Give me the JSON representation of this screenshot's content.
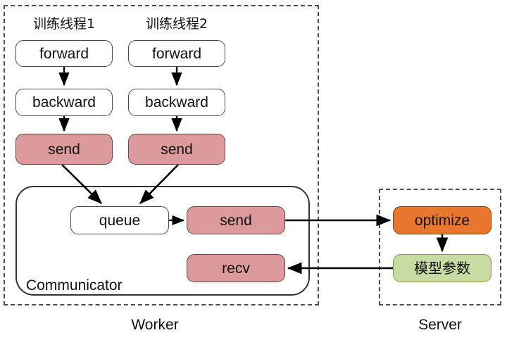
{
  "diagram": {
    "title_hidden": "",
    "groups": [
      {
        "id": "worker",
        "label": "Worker"
      },
      {
        "id": "server",
        "label": "Server"
      }
    ],
    "column_titles": [
      {
        "id": "thread1",
        "label": "训练线程1"
      },
      {
        "id": "thread2",
        "label": "训练线程2"
      }
    ],
    "container": {
      "id": "communicator",
      "label": "Communicator"
    },
    "nodes": {
      "thread1_forward": "forward",
      "thread1_backward": "backward",
      "thread1_send": "send",
      "thread2_forward": "forward",
      "thread2_backward": "backward",
      "thread2_send": "send",
      "queue": "queue",
      "comm_send": "send",
      "comm_recv": "recv",
      "optimize": "optimize",
      "model_params": "模型参数"
    },
    "colors": {
      "plain_fill": "#ffffff",
      "plain_border": "#4a4a4a",
      "pink_fill": "#dd9a9c",
      "pink_border": "#6b4144",
      "orange_fill": "#e8762c",
      "orange_border": "#7b3d10",
      "green_fill": "#c6dca2",
      "green_border": "#7d9b43",
      "dashed_border": "#4d4d4d",
      "edge": "#000000",
      "background": "#ffffff"
    },
    "edges": [
      {
        "from": "thread1_forward",
        "to": "thread1_backward"
      },
      {
        "from": "thread1_backward",
        "to": "thread1_send"
      },
      {
        "from": "thread2_forward",
        "to": "thread2_backward"
      },
      {
        "from": "thread2_backward",
        "to": "thread2_send"
      },
      {
        "from": "thread1_send",
        "to": "queue"
      },
      {
        "from": "thread2_send",
        "to": "queue"
      },
      {
        "from": "queue",
        "to": "comm_send"
      },
      {
        "from": "comm_send",
        "to": "optimize"
      },
      {
        "from": "optimize",
        "to": "model_params"
      },
      {
        "from": "model_params",
        "to": "comm_recv"
      }
    ]
  }
}
